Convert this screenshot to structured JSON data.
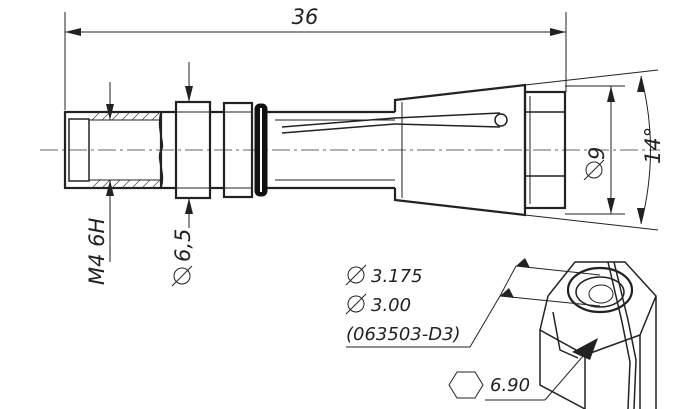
{
  "dimensions": {
    "overall_length": "36",
    "thread": "M4 6H",
    "shank_diameter": "6,5",
    "nut_diameter": "9",
    "taper_angle": "14°"
  },
  "collet_note": {
    "diameter_1": "3.175",
    "diameter_2": "3.00",
    "part_number": "(063503-D3)",
    "hex_size": "6.90"
  },
  "icons": [
    "diameter-symbol",
    "hexagon-symbol",
    "degree-symbol"
  ]
}
